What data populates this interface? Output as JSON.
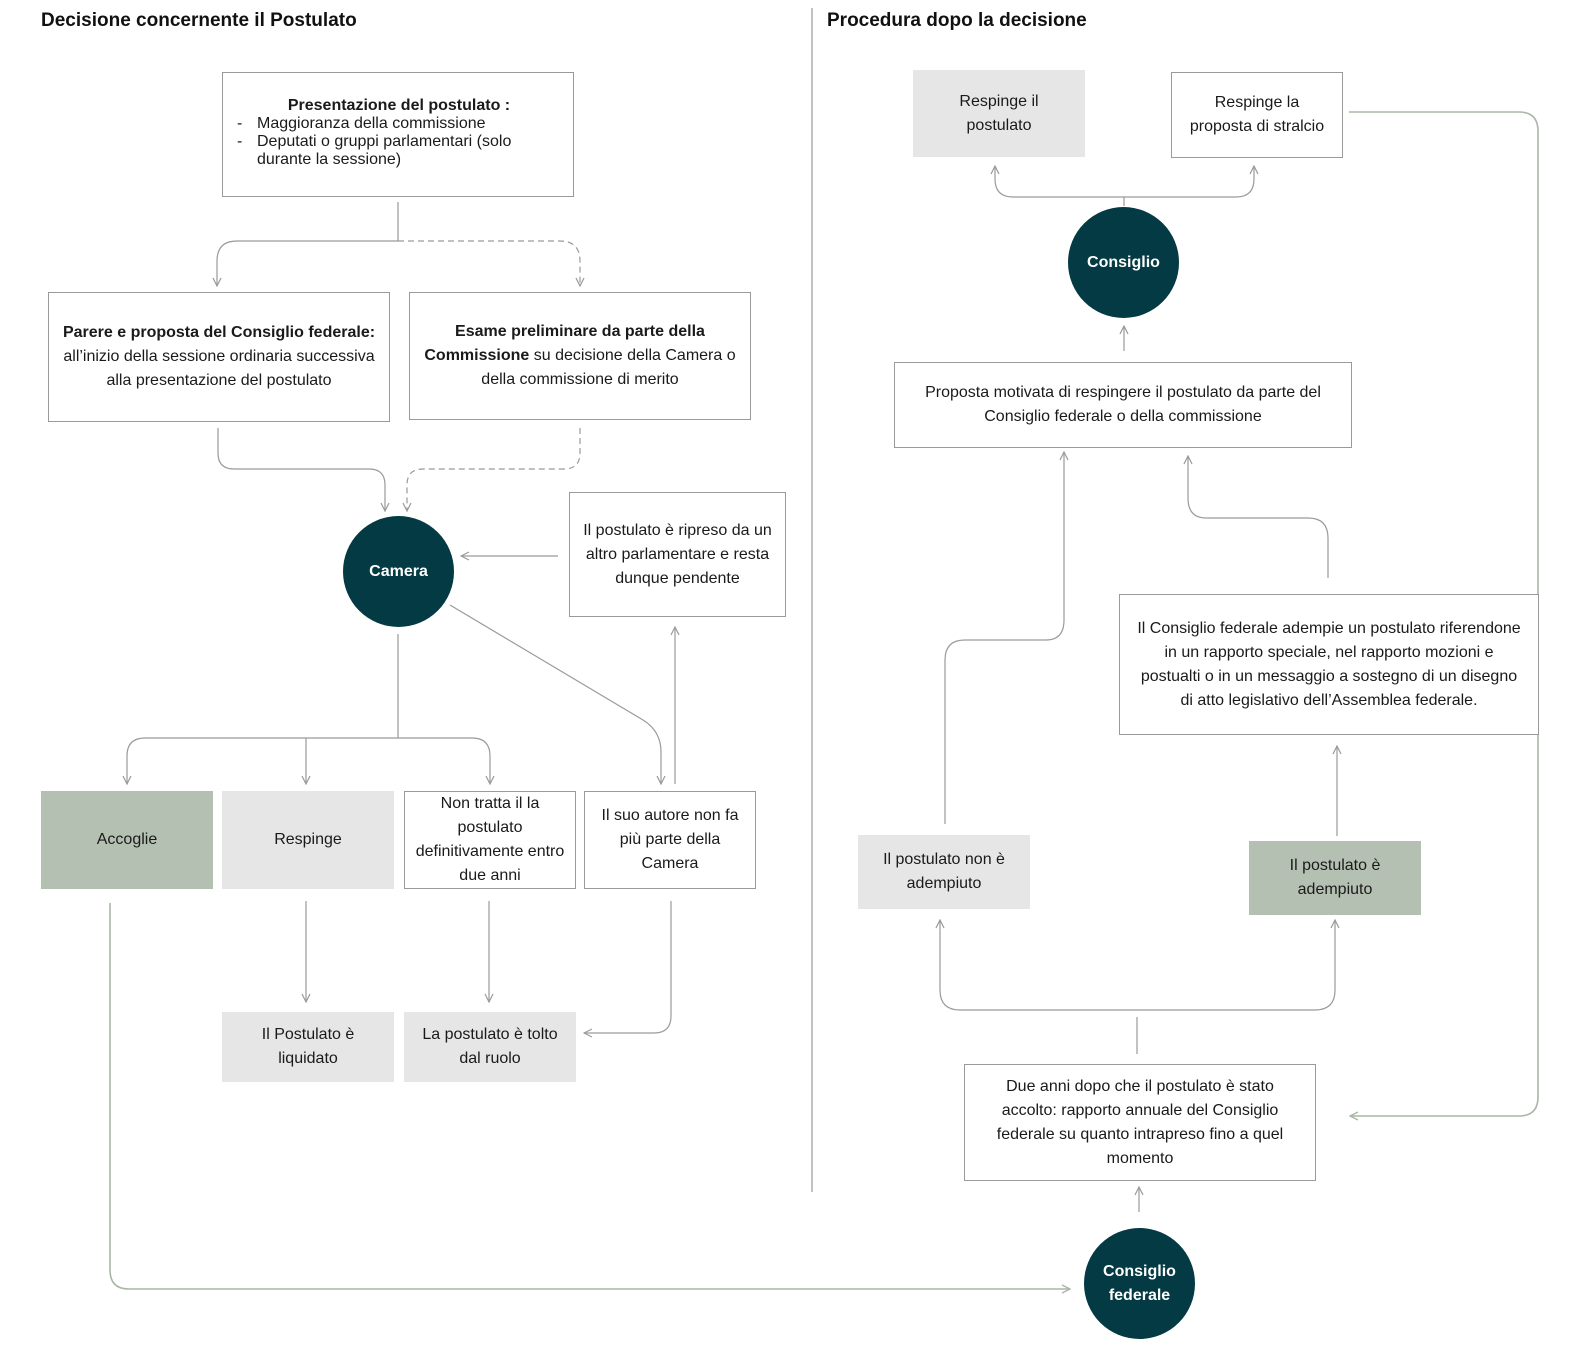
{
  "titles": {
    "left": "Decisione concernente il Postulato",
    "right": "Procedura dopo la decisione"
  },
  "nodes": {
    "presentazione": {
      "title": "Presentazione del postulato :",
      "items": [
        "Maggioranza della commissione",
        "Deputati o gruppi parlamentari (solo durante la sessione)"
      ]
    },
    "parere": {
      "bold": "Parere e proposta del Consiglio federale:",
      "text": " all’inizio della sessione ordinaria successiva alla presentazione del postulato"
    },
    "esame": {
      "bold": "Esame preliminare da parte della Commissione",
      "text": " su decisione della Camera o della commissione di merito"
    },
    "camera": "Camera",
    "ripreso": "Il postulato è ripreso da un altro parlamentare e resta dunque pendente",
    "accoglie": "Accoglie",
    "respinge": "Respinge",
    "non_tratta": "Non tratta il la postulato definitivamente entro due anni",
    "autore": "Il suo autore non fa più parte della Camera",
    "liquidato": "Il Postulato è liquidato",
    "tolto": "La postulato è tolto dal ruolo",
    "respinge_postulato": "Respinge il postulato",
    "respinge_stralcio": "Respinge la proposta di stralcio",
    "consiglio": "Consiglio",
    "proposta_motivata": "Proposta motivata di respingere il postulato da parte del Consiglio federale o della commissione",
    "cf_adempie": "Il Consiglio federale adempie un postulato riferendone in un rapporto speciale, nel rapporto mozioni e postualti o in un messaggio a sostegno di un disegno di atto legislativo dell’Assemblea federale.",
    "non_adempiuto": "Il postulato non è adempiuto",
    "adempiuto": "Il postulato è adempiuto",
    "due_anni": "Due anni dopo che il postulato è stato accolto: rapporto annuale del Consiglio federale su quanto intrapreso fino a quel momento",
    "consiglio_federale": "Consiglio federale"
  },
  "colors": {
    "circle": "#033a43",
    "green_box": "#b4c0b1",
    "gray_box": "#e6e6e6",
    "connector": "#9a9a9a",
    "green_connector": "#b4c0b1"
  }
}
